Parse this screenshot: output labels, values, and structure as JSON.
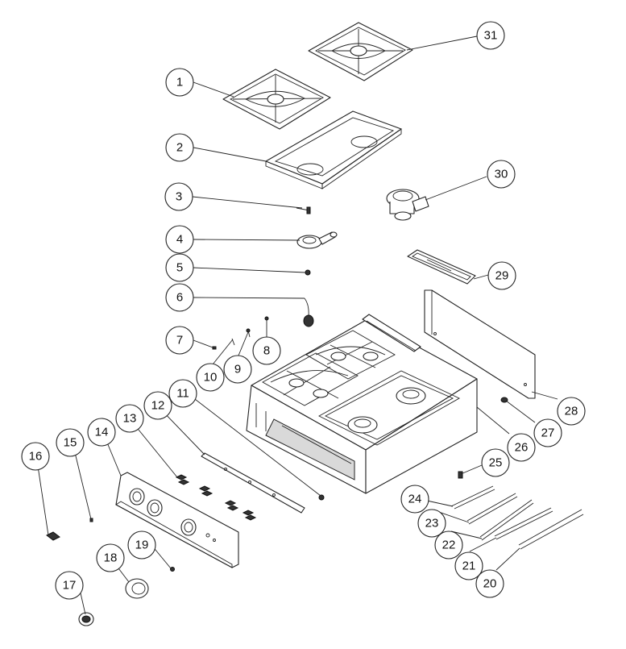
{
  "diagram": {
    "type": "exploded-parts-view",
    "callouts": [
      "1",
      "2",
      "3",
      "4",
      "5",
      "6",
      "7",
      "8",
      "9",
      "10",
      "11",
      "12",
      "13",
      "14",
      "15",
      "16",
      "17",
      "18",
      "19",
      "20",
      "21",
      "22",
      "23",
      "24",
      "25",
      "26",
      "27",
      "28",
      "29",
      "30",
      "31"
    ]
  },
  "colors": {
    "line": "#222222",
    "background": "#ffffff",
    "dark_fill": "#333333",
    "grey_fill": "#d9d9d9"
  }
}
